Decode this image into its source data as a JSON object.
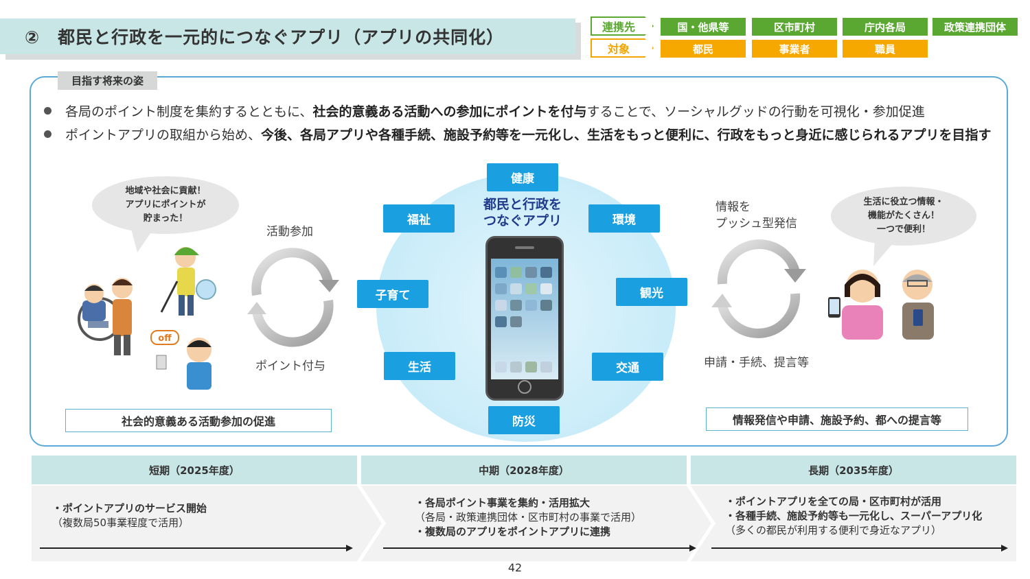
{
  "header": {
    "title": "②　都民と行政を一元的につなぐアプリ（アプリの共同化）",
    "partner_label": "連携先",
    "target_label": "対象",
    "partners": [
      "国・他県等",
      "区市町村",
      "庁内各局",
      "政策連携団体"
    ],
    "targets": [
      "都民",
      "事業者",
      "職員"
    ]
  },
  "vision": {
    "label": "目指す将来の姿",
    "bullet1": {
      "pre": "各局のポイント制度を集約するとともに、",
      "bold": "社会的意義ある活動への参加にポイントを付与",
      "post": "することで、ソーシャルグッドの行動を可視化・参加促進"
    },
    "bullet2": {
      "pre": "ポイントアプリの取組から始め、",
      "bold": "今後、各局アプリや各種手続、施設予約等を一元化し、生活をもっと便利に、行政をもっと身近に感じられるアプリを目指す"
    }
  },
  "left": {
    "bubble_l1": "地域や社会に貢献！",
    "bubble_l2": "アプリにポイントが",
    "bubble_l3": "貯まった！",
    "cycle_top": "活動参加",
    "cycle_bottom": "ポイント付与",
    "off_sign": "off",
    "caption": "社会的意義ある活動参加の促進"
  },
  "center": {
    "title_l1": "都民と行政を",
    "title_l2": "つなぐアプリ",
    "categories": {
      "health": "健康",
      "welfare": "福祉",
      "environment": "環境",
      "childcare": "子育て",
      "tourism": "観光",
      "living": "生活",
      "traffic": "交通",
      "disaster": "防災"
    }
  },
  "right": {
    "push_l1": "情報を",
    "push_l2": "プッシュ型発信",
    "apply": "申請・手続、提言等",
    "bubble_l1": "生活に役立つ情報・",
    "bubble_l2": "機能がたくさん！",
    "bubble_l3": "一つで便利！",
    "caption": "情報発信や申請、施設予約、都への提言等"
  },
  "timeline": {
    "short": {
      "head": "短期（2025年度）",
      "l1": "・ポイントアプリのサービス開始",
      "l2": "（複数局50事業程度で活用）"
    },
    "mid": {
      "head": "中期（2028年度）",
      "l1": "・各局ポイント事業を集約・活用拡大",
      "l2": "（各局・政策連携団体・区市町村の事業で活用）",
      "l3": "・複数局のアプリをポイントアプリに連携"
    },
    "long": {
      "head": "長期（2035年度）",
      "l1": "・ポイントアプリを全ての局・区市町村が活用",
      "l2": "・各種手続、施設予約等も一元化し、スーパーアプリ化",
      "l3": "（多くの都民が利用する便利で身近なアプリ）"
    }
  },
  "page_number": "42",
  "colors": {
    "teal_header": "#c8e6e6",
    "frame_blue": "#5aa9d9",
    "category_blue": "#1aa0e0",
    "partner_green": "#5aa832",
    "target_orange": "#f7a800",
    "title_navy": "#1f3a8c"
  }
}
